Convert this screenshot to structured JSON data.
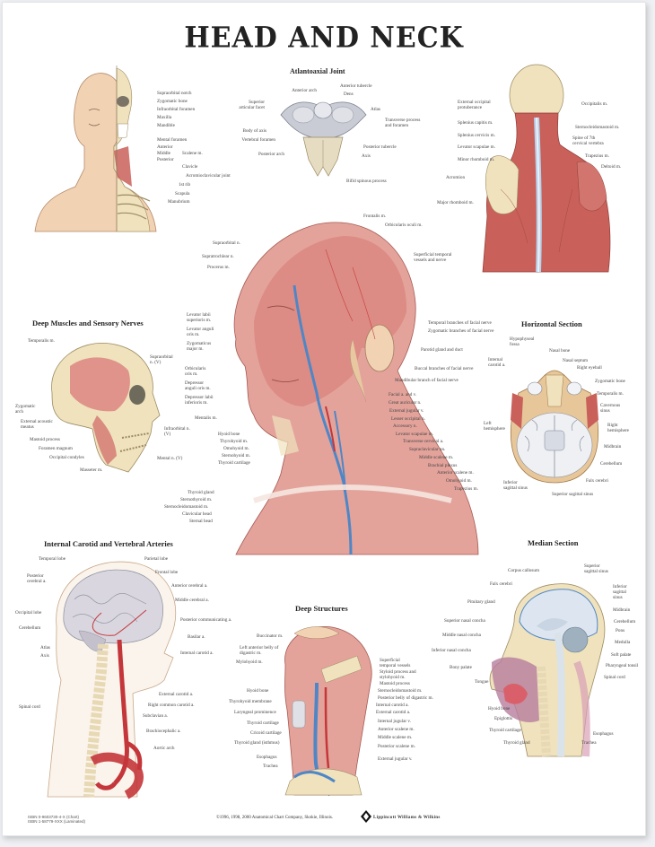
{
  "poster": {
    "title": "HEAD AND NECK",
    "colors": {
      "muscle": "#c9605a",
      "muscle_light": "#e3a39b",
      "bone": "#efe2bd",
      "skin": "#f1d2b3",
      "vein": "#4f86c6",
      "artery": "#c4363a",
      "brain": "#d9d6df",
      "text": "#222222",
      "paper": "#ffffff"
    }
  },
  "panels": {
    "anterior": {
      "labels": [
        "Supraorbital notch",
        "Zygomatic bone",
        "Infraorbital foramen",
        "Maxilla",
        "Mandible",
        "Mental foramen",
        "Anterior",
        "Middle",
        "Posterior",
        "Scalene m.",
        "Clavicle",
        "Acromioclavicular joint",
        "1st rib",
        "Scapula",
        "Manubrium"
      ]
    },
    "atlantoaxial": {
      "title": "Atlantoaxial Joint",
      "labels_left": [
        "Anterior arch",
        "Superior articular facet",
        "Body of axis",
        "Vertebral foramen",
        "Posterior arch"
      ],
      "labels_right": [
        "Anterior tubercle",
        "Dens",
        "Atlas",
        "Transverse process and foramen",
        "Posterior tubercle",
        "Axis",
        "Bifid spinous process"
      ]
    },
    "posterior": {
      "labels_left": [
        "External occipital protuberance",
        "Splenius capitis m.",
        "Splenius cervicis m.",
        "Levator scapulae m.",
        "Minor rhomboid m.",
        "Acromion",
        "Major rhomboid m."
      ],
      "labels_right": [
        "Occipitalis m.",
        "Sternocleidomastoid m.",
        "Spine of 7th cervical vertebra",
        "Trapezius m.",
        "Deltoid m."
      ]
    },
    "central": {
      "labels_left_top": [
        "Supraorbital n.",
        "Supratrochlear n.",
        "Procerus m."
      ],
      "labels_top": [
        "Frontalis m.",
        "Orbicularis oculi m."
      ],
      "labels_right_top": [
        "Superficial temporal vessels and nerve"
      ],
      "labels_left_mid": [
        "Levator labii superioris m.",
        "Levator anguli oris m.",
        "Zygomaticus major m.",
        "Orbicularis oris m.",
        "Depressor anguli oris m.",
        "Depressor labii inferioris m.",
        "Mentalis m."
      ],
      "labels_left_neck": [
        "Hyoid bone",
        "Thyrohyoid m.",
        "Omohyoid m.",
        "Sternohyoid m.",
        "Thyroid cartilage"
      ],
      "labels_left_low": [
        "Thyroid gland",
        "Sternothyroid m.",
        "Sternocleidomastoid m.",
        "Clavicular head",
        "Sternal head"
      ],
      "labels_right": [
        "Temporal branches of facial nerve",
        "Zygomatic branches of facial nerve",
        "Parotid gland and duct",
        "Buccal branches of facial nerve",
        "Mandibular branch of facial nerve",
        "Facial a. and v.",
        "Great auricular n.",
        "External jugular v.",
        "Lesser occipital n.",
        "Accessory n.",
        "Levator scapulae m.",
        "Transverse cervical a.",
        "Supraclavicular nn.",
        "Middle scalene m.",
        "Brachial plexus",
        "Anterior scalene m.",
        "Omohyoid m.",
        "Trapezius m."
      ]
    },
    "deep_muscles": {
      "title": "Deep Muscles and Sensory Nerves",
      "labels": [
        "Temporalis m.",
        "Supraorbital n. (V)",
        "Zygomatic arch",
        "External acoustic meatus",
        "Mastoid process",
        "Foramen magnum",
        "Occipital condyles",
        "Masseter m.",
        "Infraorbital n. (V)",
        "Mental n. (V)"
      ]
    },
    "horizontal": {
      "title": "Horizontal Section",
      "labels_left": [
        "Hypophyseal fossa",
        "Internal carotid a.",
        "Left hemisphere",
        "Inferior sagittal sinus"
      ],
      "labels_right": [
        "Nasal bone",
        "Nasal septum",
        "Right eyeball",
        "Zygomatic bone",
        "Temporalis m.",
        "Cavernous sinus",
        "Right hemisphere",
        "Midbrain",
        "Cerebellum",
        "Falx cerebri",
        "Superior sagittal sinus"
      ]
    },
    "carotid": {
      "title": "Internal Carotid and Vertebral Arteries",
      "labels_left": [
        "Temporal lobe",
        "Posterior cerebral a.",
        "Occipital lobe",
        "Cerebellum",
        "Atlas",
        "Axis",
        "Spinal cord"
      ],
      "labels_right": [
        "Parietal lobe",
        "Frontal lobe",
        "Anterior cerebral a.",
        "Middle cerebral a.",
        "Posterior communicating a.",
        "Basilar a.",
        "Internal carotid a.",
        "External carotid a.",
        "Right common carotid a.",
        "Subclavian a.",
        "Brachiocephalic a.",
        "Aortic arch"
      ]
    },
    "deep_structures": {
      "title": "Deep Structures",
      "labels_left": [
        "Buccinator m.",
        "Left anterior belly of digastric m.",
        "Mylohyoid m.",
        "Hyoid bone",
        "Thyrohyoid membrane",
        "Laryngeal prominence",
        "Thyroid cartilage",
        "Cricoid cartilage",
        "Thyroid gland (isthmus)",
        "Esophagus",
        "Trachea"
      ],
      "labels_right": [
        "Superficial temporal vessels",
        "Styloid process and stylohyoid m.",
        "Mastoid process",
        "Sternocleidomastoid m.",
        "Posterior belly of digastric m.",
        "Internal carotid a.",
        "External carotid a.",
        "Internal jugular v.",
        "Anterior scalene m.",
        "Middle scalene m.",
        "Posterior scalene m.",
        "External jugular v."
      ]
    },
    "median": {
      "title": "Median Section",
      "labels_left": [
        "Corpus callosum",
        "Falx cerebri",
        "Pituitary gland",
        "Superior nasal concha",
        "Middle nasal concha",
        "Inferior nasal concha",
        "Bony palate",
        "Tongue",
        "Hyoid bone",
        "Epiglottis",
        "Thyroid cartilage",
        "Thyroid gland"
      ],
      "labels_right": [
        "Superior sagittal sinus",
        "Inferior sagittal sinus",
        "Midbrain",
        "Cerebellum",
        "Pons",
        "Medulla",
        "Soft palate",
        "Pharyngeal tonsil",
        "Spinal cord",
        "Esophagus",
        "Trachea"
      ]
    }
  },
  "footer": {
    "catalog": [
      "ISBN 0-9603730-4-X (Chart)",
      "ISBN 1-58779-XXX (Laminated)"
    ],
    "copyright": "©1996, 1998, 2000 Anatomical Chart Company, Skokie, Illinois.",
    "publisher": "Lippincott Williams & Wilkins"
  }
}
